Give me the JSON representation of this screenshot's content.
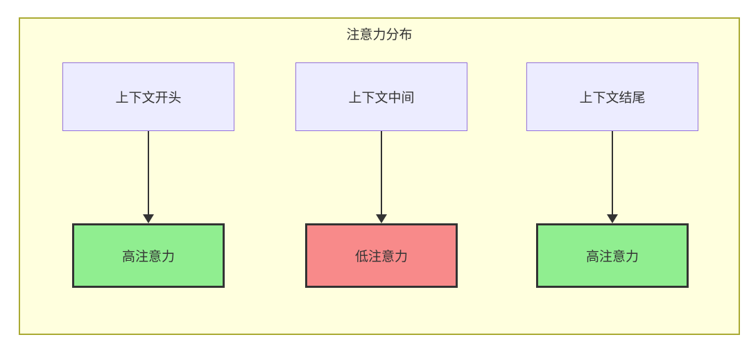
{
  "diagram": {
    "title": "注意力分布",
    "columns": [
      {
        "source": "上下文开头",
        "target": "高注意力",
        "attention_level": "high"
      },
      {
        "source": "上下文中间",
        "target": "低注意力",
        "attention_level": "low"
      },
      {
        "source": "上下文结尾",
        "target": "高注意力",
        "attention_level": "high"
      }
    ],
    "colors": {
      "cluster_fill": "#ffffde",
      "cluster_stroke": "#aaaa33",
      "source_fill": "#ececff",
      "source_stroke": "#9370db",
      "high_fill": "#90ee90",
      "low_fill": "#f88a8a",
      "target_stroke": "#333333",
      "arrow": "#333333",
      "text": "#333333"
    }
  }
}
